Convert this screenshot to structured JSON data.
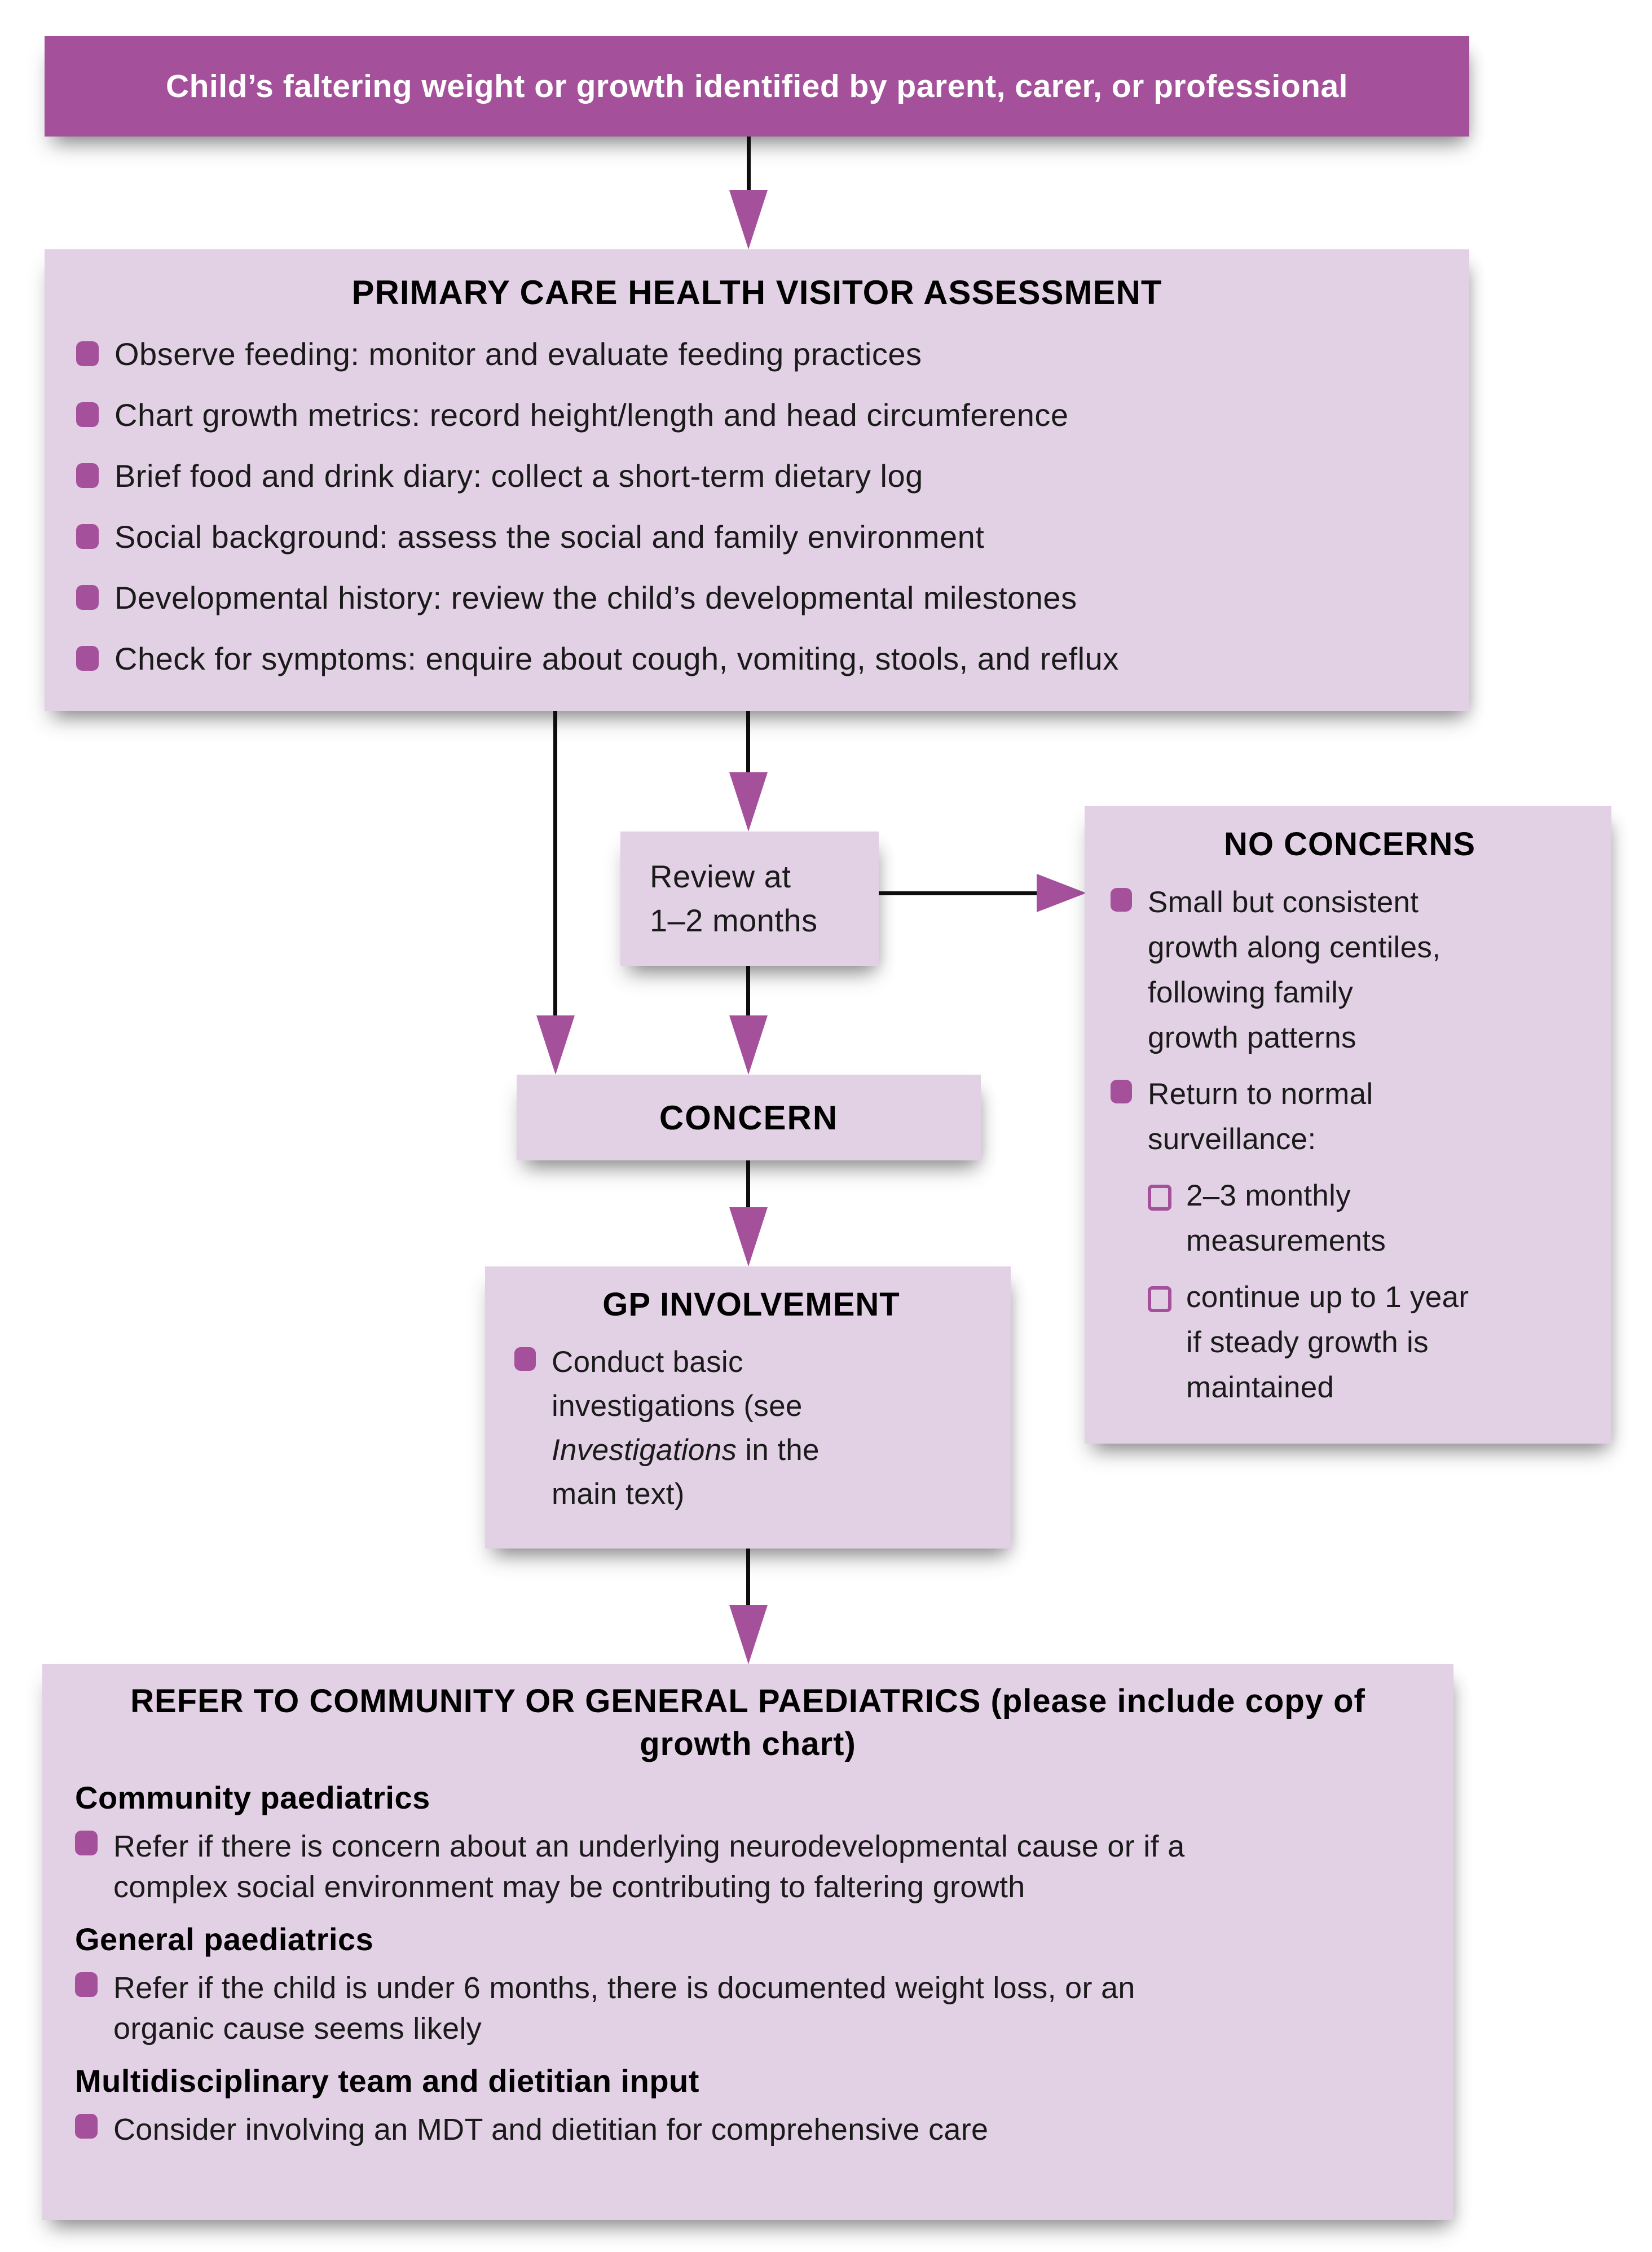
{
  "colors": {
    "accent": "#A5509B",
    "box_bg": "#E2D0E4",
    "text": "#1A1A1A"
  },
  "banner": {
    "label": "Child’s faltering weight or growth identified by parent, carer, or professional"
  },
  "assessment": {
    "title": "PRIMARY CARE HEALTH VISITOR ASSESSMENT",
    "bullets": [
      "Observe feeding: monitor and evaluate feeding practices",
      "Chart growth metrics: record height/length and head circumference",
      "Brief food and drink diary: collect a short-term dietary log",
      "Social background: assess the social and family environment",
      "Developmental history: review the child’s developmental milestones",
      "Check for symptoms: enquire about cough, vomiting, stools, and reflux"
    ]
  },
  "review": {
    "label": "Review at\n1–2 months"
  },
  "no_concerns": {
    "title": "NO CONCERNS",
    "bullet1": "Small but consistent\ngrowth along centiles,\nfollowing family\ngrowth patterns",
    "bullet2": "Return to normal\nsurveillance:",
    "sub_bullet1": "2–3 monthly\nmeasurements",
    "sub_bullet2": "continue up to 1 year\nif steady growth is\nmaintained"
  },
  "concern": {
    "title": "CONCERN"
  },
  "gp": {
    "title": "GP INVOLVEMENT",
    "bullet_pre": "Conduct basic\ninvestigations (see\n",
    "bullet_italic": "Investigations",
    "bullet_post": " in the\nmain text)"
  },
  "refer": {
    "title": "REFER TO COMMUNITY OR GENERAL PAEDIATRICS (please include copy of\ngrowth chart)",
    "sections": [
      {
        "heading": "Community paediatrics",
        "bullet": "Refer if there is concern about an underlying neurodevelopmental cause or if a\ncomplex social environment may be contributing to faltering growth"
      },
      {
        "heading": "General paediatrics",
        "bullet": "Refer if the child is under 6 months, there is documented weight loss, or an\norganic cause seems likely"
      },
      {
        "heading": "Multidisciplinary team and dietitian input",
        "bullet": "Consider involving an MDT and dietitian for comprehensive care"
      }
    ]
  }
}
